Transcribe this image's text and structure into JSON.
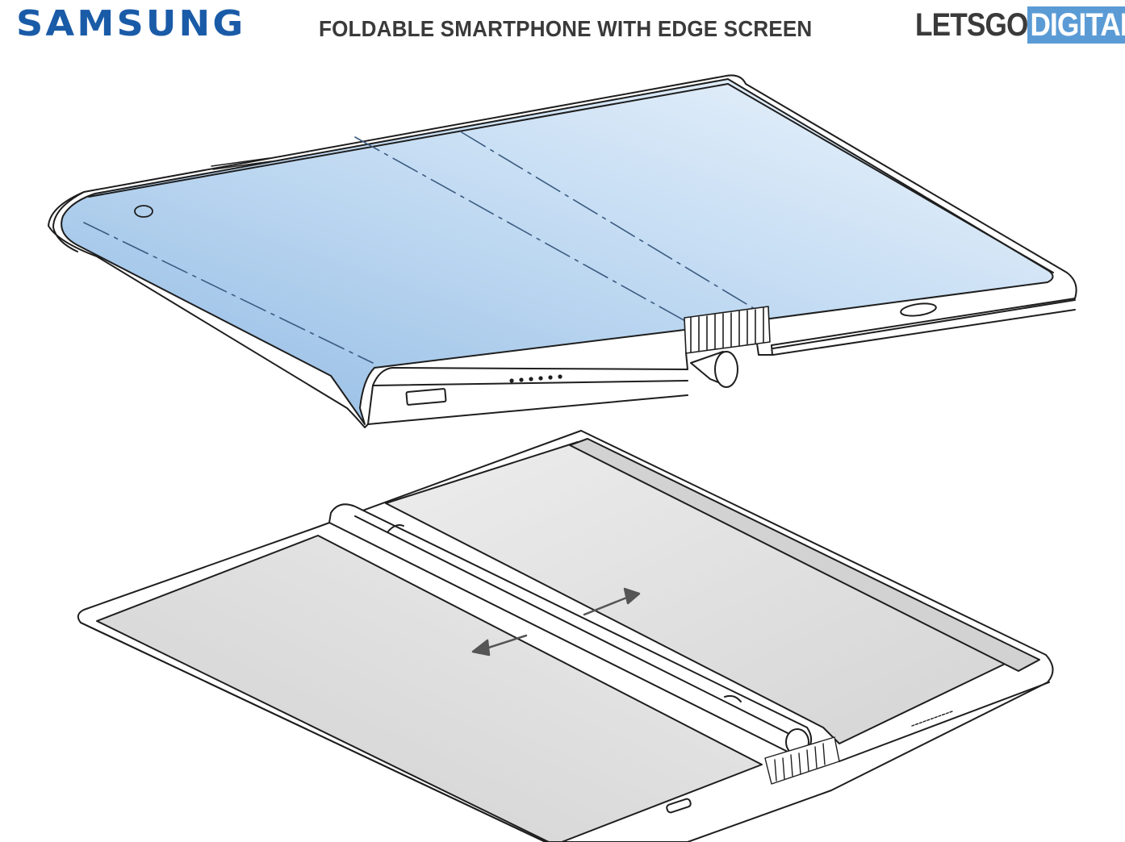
{
  "header": {
    "brand_left": "SAMSUNG",
    "headline": "FOLDABLE SMARTPHONE WITH EDGE SCREEN",
    "brand_right_part1": "LETSGO",
    "brand_right_part2": "DIGITAL"
  },
  "colors": {
    "samsung_blue": "#1a5ba8",
    "letsgo_badge": "#5b9bd5",
    "screen_blue_light": "#e6f0fa",
    "screen_blue_dark": "#9fc4e8",
    "panel_grey": "#d9d9d9",
    "line": "#1e1e1e"
  }
}
